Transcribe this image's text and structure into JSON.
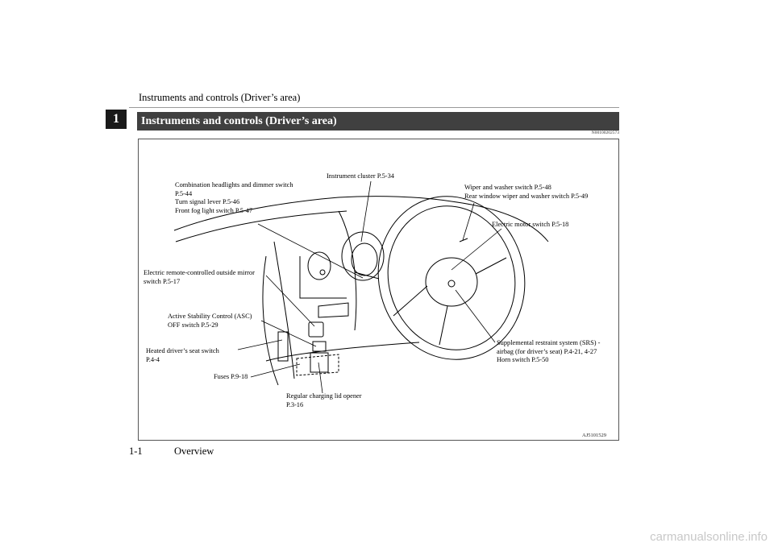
{
  "header": {
    "running_title": "Instruments and controls (Driver’s area)"
  },
  "chapter": {
    "number": "1"
  },
  "section": {
    "title": "Instruments and controls (Driver’s area)",
    "doc_code": "N00100202573"
  },
  "figure": {
    "id": "AJ5101529",
    "callouts": {
      "combination": "Combination headlights and dimmer switch\nP.5-44\nTurn signal lever P.5-46\nFront fog light switch P.5-47",
      "instrument_cluster": "Instrument cluster P.5-34",
      "wiper": "Wiper and washer switch P.5-48\nRear window wiper and washer switch P.5-49",
      "motor": "Electric motor switch P.5-18",
      "mirror": "Electric remote-controlled outside mirror\nswitch P.5-17",
      "asc": "Active Stability Control (ASC)\nOFF switch P.5-29",
      "seat": "Heated driver’s seat switch\nP.4-4",
      "fuses": "Fuses P.9-18",
      "lid": "Regular charging lid opener\nP.3-16",
      "srs": "Supplemental restraint system (SRS) -\nairbag (for driver’s seat) P.4-21, 4-27\nHorn switch P.5-50"
    }
  },
  "footer": {
    "page_number": "1-1",
    "page_label": "Overview"
  },
  "watermark": "carmanualsonline.info"
}
